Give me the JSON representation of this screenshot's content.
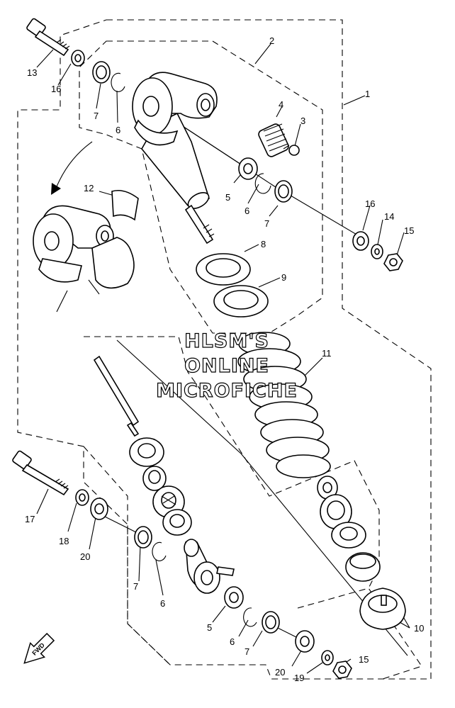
{
  "watermark": {
    "line1": "HLSM'S",
    "line2": "ONLINE",
    "line3": "MICROFICHE"
  },
  "direction_badge": "FWD",
  "callouts": [
    "1",
    "2",
    "3",
    "4",
    "5",
    "5",
    "6",
    "6",
    "6",
    "6",
    "7",
    "7",
    "7",
    "7",
    "8",
    "9",
    "10",
    "11",
    "12",
    "13",
    "14",
    "15",
    "15",
    "16",
    "16",
    "17",
    "18",
    "19",
    "20",
    "20"
  ]
}
